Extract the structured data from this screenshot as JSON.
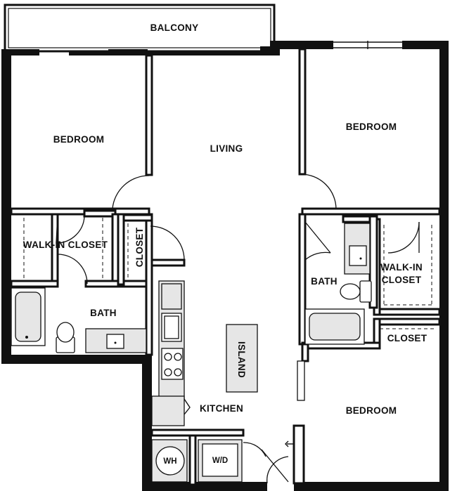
{
  "rooms": {
    "balcony": "BALCONY",
    "bedroom_left": "BEDROOM",
    "living": "LIVING",
    "bedroom_right": "BEDROOM",
    "walk_in_closet_left": "WALK-IN CLOSET",
    "closet_vertical": "CLOSET",
    "bath_left": "BATH",
    "bath_right": "BATH",
    "walk_in_closet_right_line1": "WALK-IN",
    "walk_in_closet_right_line2": "CLOSET",
    "closet_right": "CLOSET",
    "island": "ISLAND",
    "kitchen": "KITCHEN",
    "bedroom_bottom": "BEDROOM",
    "water_heater": "WH",
    "washer_dryer": "W/D"
  }
}
